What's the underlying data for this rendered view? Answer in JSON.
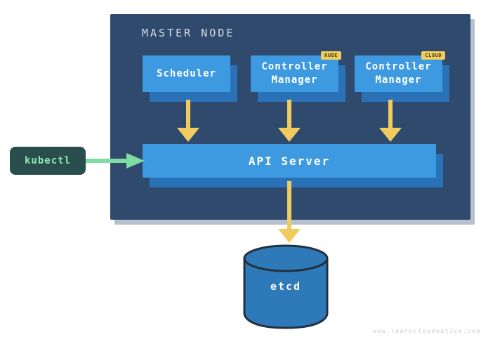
{
  "diagram": {
    "title": "MASTER NODE",
    "background_color": "#ffffff",
    "panel_color": "#2f4a6d",
    "panel_shadow_color": "#a9b4c4",
    "card_front_color": "#3d9ae0",
    "card_back_color": "#2a72b8",
    "arrow_color": "#f0cc5e",
    "badge_color": "#f0cc5e",
    "kubectl_color": "#2a4d4d",
    "kubectl_text_color": "#8fe5b0",
    "kubectl_arrow_color": "#7fdca2",
    "etcd_fill_color": "#2e79b8",
    "etcd_stroke_color": "#22303f"
  },
  "components": {
    "scheduler": {
      "label": "Scheduler",
      "badge": ""
    },
    "kube_controller_manager": {
      "label": "Controller\nManager",
      "badge": "KUBE"
    },
    "cloud_controller_manager": {
      "label": "Controller\nManager",
      "badge": "CLOUD"
    },
    "api_server": {
      "label": "API Server"
    },
    "etcd": {
      "label": "etcd"
    },
    "kubectl": {
      "label": "kubectl"
    }
  },
  "footer": {
    "watermark": "www.learncloudnative.com"
  }
}
